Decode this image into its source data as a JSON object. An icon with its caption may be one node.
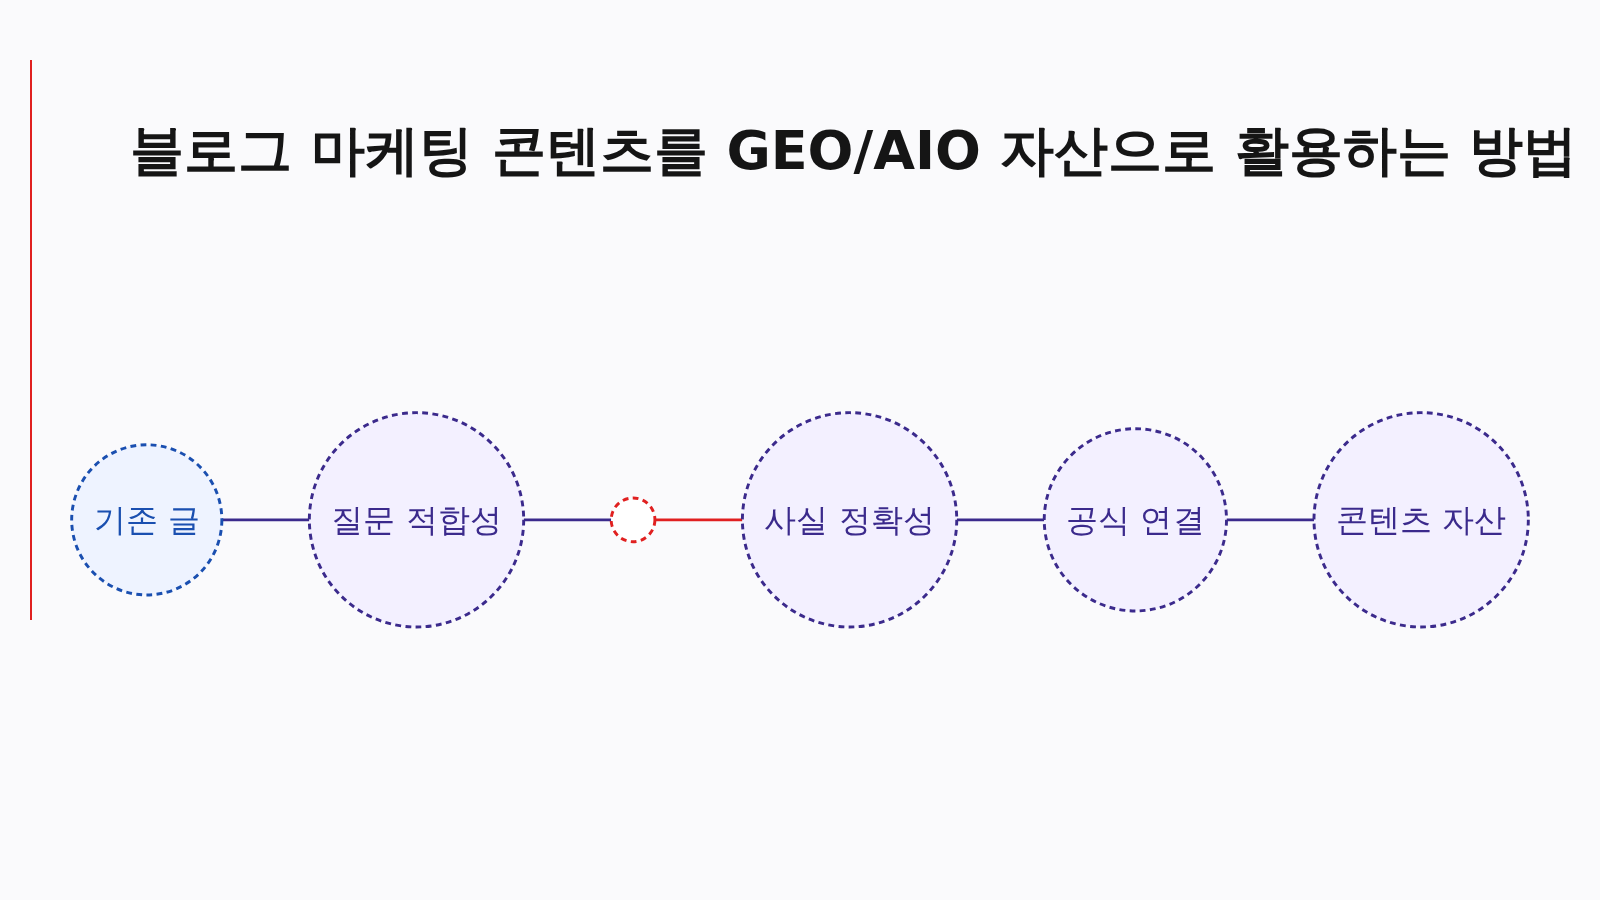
{
  "diagram": {
    "title": "블로그 마케팅 콘텐츠를 GEO/AIO 자산으로 활용하는 방법",
    "nodes": [
      {
        "text": [
          "기존 글"
        ]
      },
      {
        "text": [
          "질문 적합성"
        ]
      },
      {
        "text": [],
        "shape": "circle"
      },
      {
        "text": [
          "사실 정확성"
        ]
      },
      {
        "text": [
          "공식 연결"
        ]
      },
      {
        "text": [
          "콘텐츠 자산"
        ]
      }
    ],
    "edges": [
      {
        "from": 0,
        "to": 1,
        "arrow": "none"
      },
      {
        "from": 1,
        "to": 2,
        "arrow": "none"
      },
      {
        "from": 2,
        "to": 3,
        "arrow": "none",
        "color": "#e02020"
      },
      {
        "from": 3,
        "to": 4,
        "arrow": "none"
      },
      {
        "from": 4,
        "to": 5,
        "arrow": "none"
      }
    ]
  }
}
